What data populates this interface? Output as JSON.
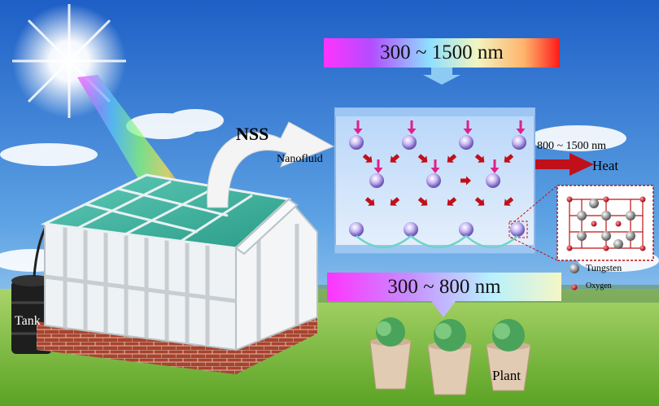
{
  "top_band": {
    "label": "300 ~ 1500 nm"
  },
  "bottom_band": {
    "label": "300 ~ 800 nm"
  },
  "nss_label": "NSS",
  "nanofluid_label": "Nanofluid",
  "ir_band_label": "800 ~ 1500 nm",
  "heat_label": "Heat",
  "tank_label": "Tank",
  "plant_label": "Plant",
  "legend": {
    "tungsten": {
      "label": "Tungsten",
      "color": "#8a8a8a"
    },
    "oxygen": {
      "label": "Oxygen",
      "color": "#c8141e"
    }
  },
  "colors": {
    "sky_top": "#1f63c9",
    "sky_bottom": "#bfe0f6",
    "grass": "#7cbf3a",
    "heat_arrow": "#c0101a",
    "nanofluid_panel": "#a9c9f4",
    "glass_roof": "#3fb8a4",
    "brick": "#b04a34"
  }
}
